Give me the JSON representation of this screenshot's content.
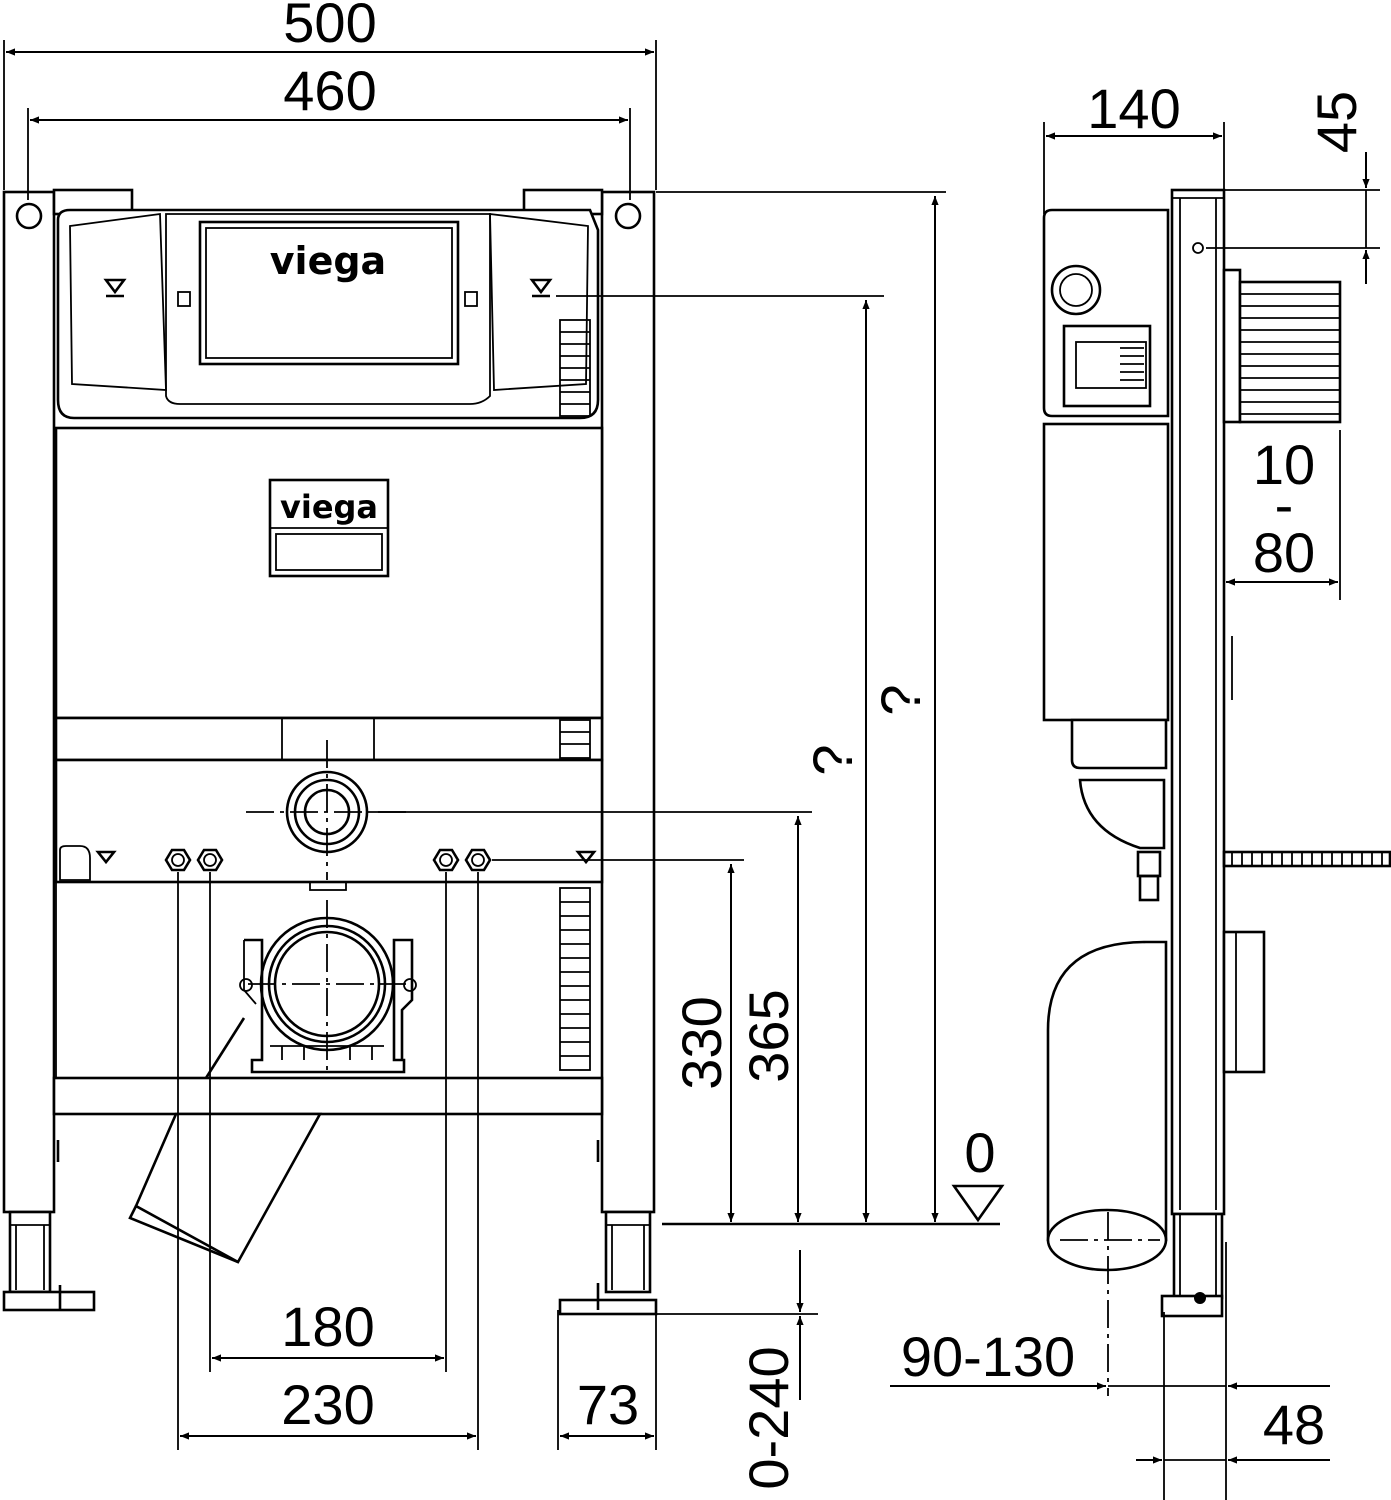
{
  "brand": {
    "logo_top": "viega",
    "logo_middle": "viega"
  },
  "dimensions": {
    "overall_width": "500",
    "frame_width": "460",
    "depth": "140",
    "top_offset": "45",
    "bracket_range_top": "10",
    "bracket_range_sep": "-",
    "bracket_range_bottom": "80",
    "height_unknown_1": "?",
    "height_unknown_2": "?",
    "outlet_height": "365",
    "supply_height": "330",
    "floor_level": "0",
    "inner_spacing": "180",
    "outer_spacing": "230",
    "foot_width": "73",
    "leg_extension": "0-240",
    "outlet_offset": "90-130",
    "foot_depth": "48"
  }
}
